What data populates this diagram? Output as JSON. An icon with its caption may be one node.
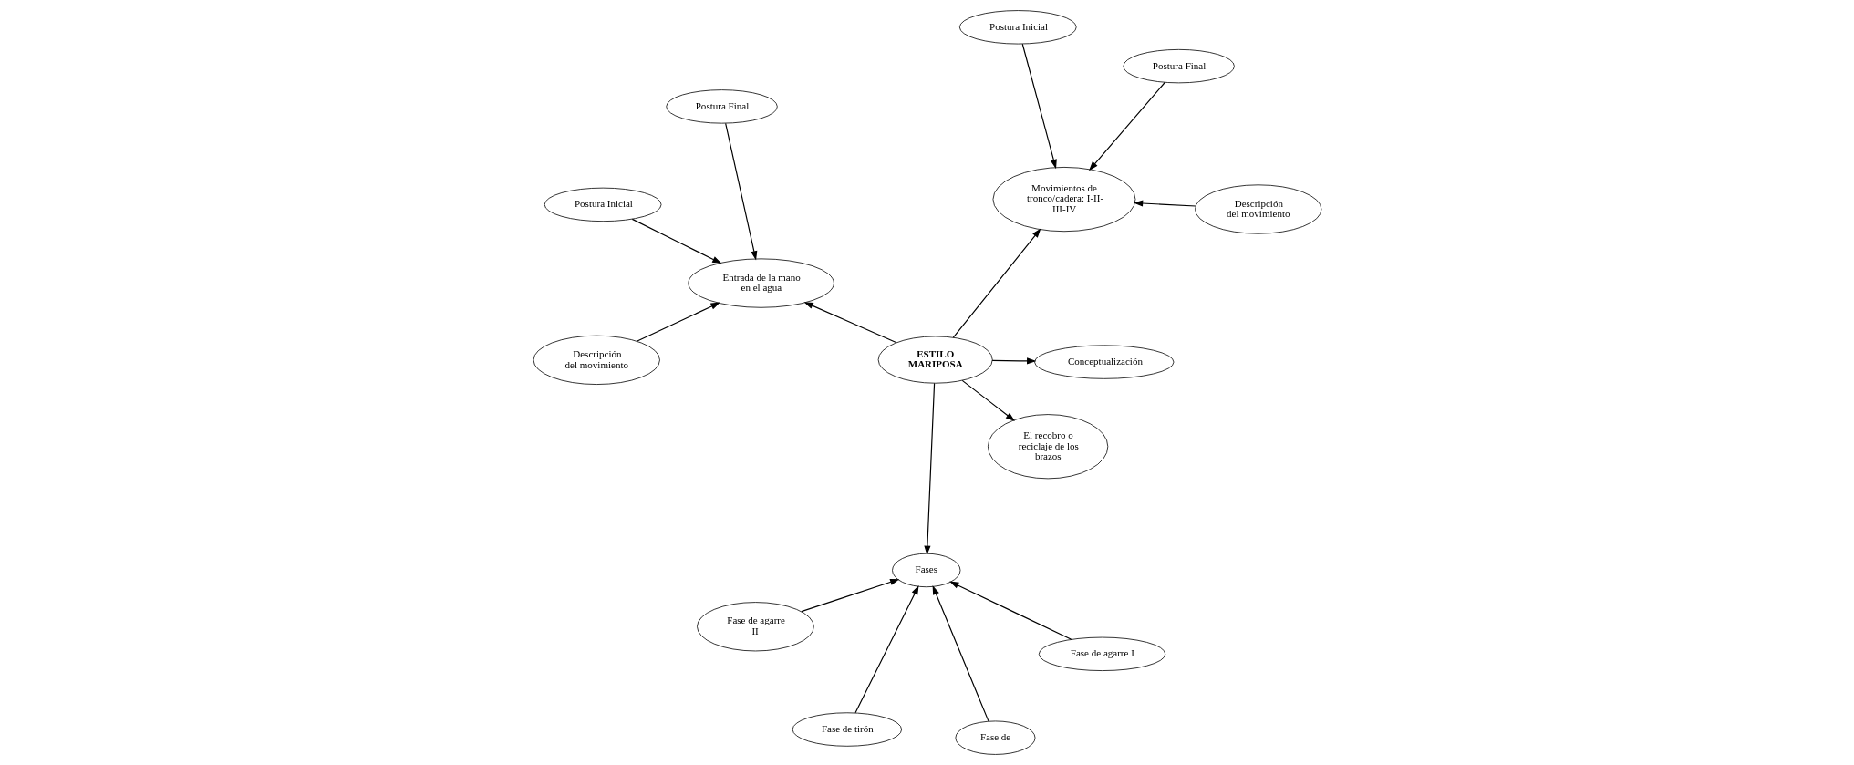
{
  "diagram": {
    "nodes": [
      {
        "text": [
          "ESTILO MARIPOSA"
        ]
      },
      {
        "text": [
          "Conceptualización"
        ]
      },
      {
        "text": [
          "Entrada de la mano en el agua"
        ]
      },
      {
        "text": [
          "Postura Inicial"
        ]
      },
      {
        "text": [
          "Postura Final"
        ]
      },
      {
        "text": [
          "Descripción del movimiento"
        ]
      },
      {
        "text": [
          "Fases"
        ]
      },
      {
        "text": [
          "Fase de agarre I"
        ]
      },
      {
        "text": [
          "Fase de agarre II"
        ]
      },
      {
        "text": [
          "Fase de"
        ]
      },
      {
        "text": [
          "Fase de tirón"
        ]
      },
      {
        "text": [
          "Movimientos de tronco/cadera: I-II-III-IV"
        ]
      },
      {
        "text": [
          "Descripción del movimiento"
        ]
      },
      {
        "text": [
          "Postura Final"
        ]
      },
      {
        "text": [
          "Postura Inicial"
        ]
      },
      {
        "text": [
          "El recobro o reciclaje de los brazos"
        ]
      }
    ],
    "edges": [
      {
        "from": 0,
        "to": 1,
        "arrow": "to"
      },
      {
        "from": 0,
        "to": 2,
        "arrow": "to"
      },
      {
        "from": 0,
        "to": 6,
        "arrow": "to"
      },
      {
        "from": 0,
        "to": 11,
        "arrow": "to"
      },
      {
        "from": 0,
        "to": 15,
        "arrow": "to"
      },
      {
        "from": 3,
        "to": 2,
        "arrow": "to"
      },
      {
        "from": 4,
        "to": 2,
        "arrow": "to"
      },
      {
        "from": 5,
        "to": 2,
        "arrow": "to"
      },
      {
        "from": 7,
        "to": 6,
        "arrow": "to"
      },
      {
        "from": 8,
        "to": 6,
        "arrow": "to"
      },
      {
        "from": 9,
        "to": 6,
        "arrow": "to"
      },
      {
        "from": 10,
        "to": 6,
        "arrow": "to"
      },
      {
        "from": 12,
        "to": 11,
        "arrow": "to"
      },
      {
        "from": 13,
        "to": 11,
        "arrow": "to"
      },
      {
        "from": 14,
        "to": 11,
        "arrow": "to"
      }
    ]
  }
}
